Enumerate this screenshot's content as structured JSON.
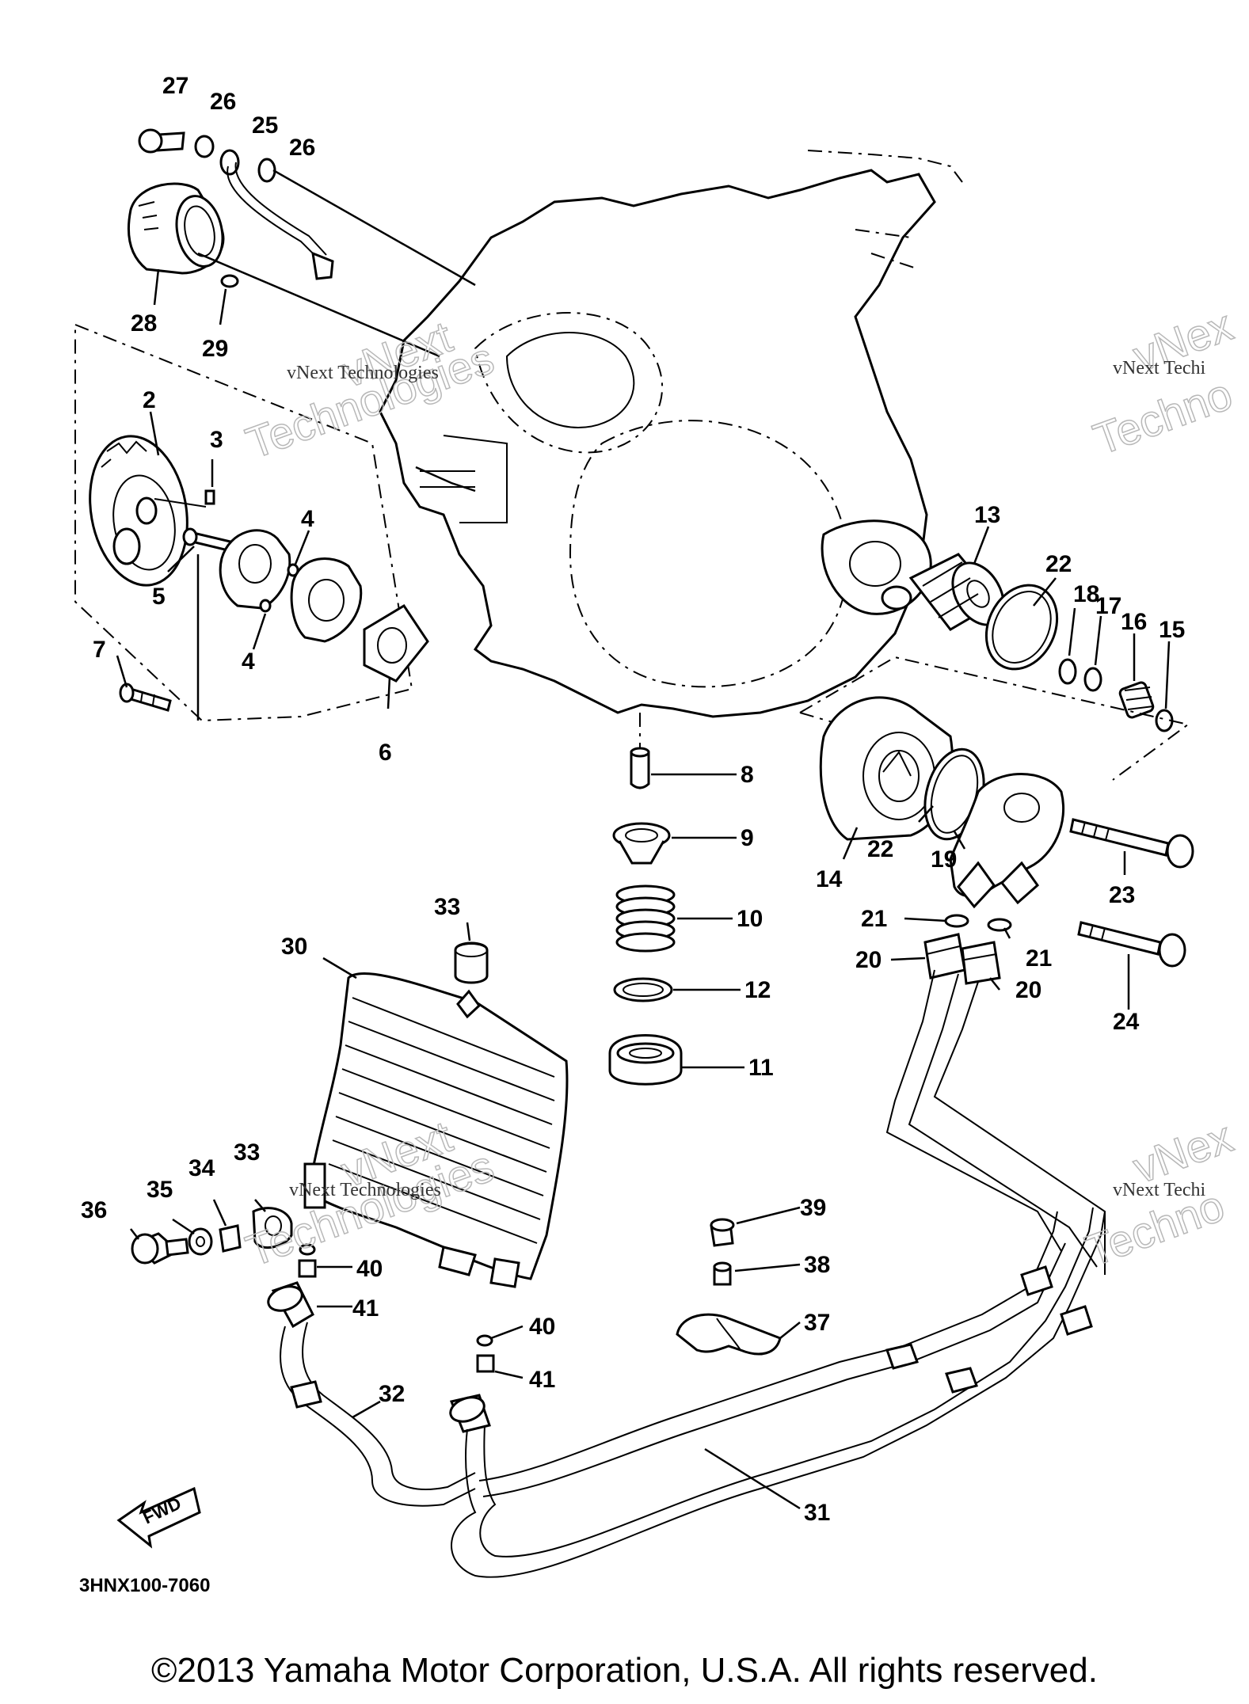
{
  "diagram": {
    "callouts": [
      {
        "id": "27",
        "label": "27"
      },
      {
        "id": "26a",
        "label": "26"
      },
      {
        "id": "25",
        "label": "25"
      },
      {
        "id": "26b",
        "label": "26"
      },
      {
        "id": "28",
        "label": "28"
      },
      {
        "id": "29",
        "label": "29"
      },
      {
        "id": "2",
        "label": "2"
      },
      {
        "id": "3",
        "label": "3"
      },
      {
        "id": "4a",
        "label": "4"
      },
      {
        "id": "5",
        "label": "5"
      },
      {
        "id": "4b",
        "label": "4"
      },
      {
        "id": "7",
        "label": "7"
      },
      {
        "id": "6",
        "label": "6"
      },
      {
        "id": "13",
        "label": "13"
      },
      {
        "id": "22a",
        "label": "22"
      },
      {
        "id": "18",
        "label": "18"
      },
      {
        "id": "17",
        "label": "17"
      },
      {
        "id": "16",
        "label": "16"
      },
      {
        "id": "15",
        "label": "15"
      },
      {
        "id": "8",
        "label": "8"
      },
      {
        "id": "9",
        "label": "9"
      },
      {
        "id": "10",
        "label": "10"
      },
      {
        "id": "12",
        "label": "12"
      },
      {
        "id": "11",
        "label": "11"
      },
      {
        "id": "14",
        "label": "14"
      },
      {
        "id": "22b",
        "label": "22"
      },
      {
        "id": "19",
        "label": "19"
      },
      {
        "id": "23",
        "label": "23"
      },
      {
        "id": "21a",
        "label": "21"
      },
      {
        "id": "21b",
        "label": "21"
      },
      {
        "id": "20a",
        "label": "20"
      },
      {
        "id": "20b",
        "label": "20"
      },
      {
        "id": "24",
        "label": "24"
      },
      {
        "id": "33a",
        "label": "33"
      },
      {
        "id": "30",
        "label": "30"
      },
      {
        "id": "36",
        "label": "36"
      },
      {
        "id": "35",
        "label": "35"
      },
      {
        "id": "34",
        "label": "34"
      },
      {
        "id": "33b",
        "label": "33"
      },
      {
        "id": "40a",
        "label": "40"
      },
      {
        "id": "41a",
        "label": "41"
      },
      {
        "id": "39",
        "label": "39"
      },
      {
        "id": "38",
        "label": "38"
      },
      {
        "id": "37",
        "label": "37"
      },
      {
        "id": "40b",
        "label": "40"
      },
      {
        "id": "41b",
        "label": "41"
      },
      {
        "id": "32",
        "label": "32"
      },
      {
        "id": "31",
        "label": "31"
      }
    ],
    "fwd_label": "FWD",
    "drawing_code": "3HNX100-7060"
  },
  "watermarks": {
    "line1": "vNext Technologies",
    "line2": "Technologies",
    "line2_top": "vNext",
    "right_line1": "vNext Techi",
    "right_line2": "Techno",
    "right_top": "vNex"
  },
  "footer": {
    "copyright": "©2013 Yamaha Motor Corporation, U.S.A. All rights reserved."
  }
}
